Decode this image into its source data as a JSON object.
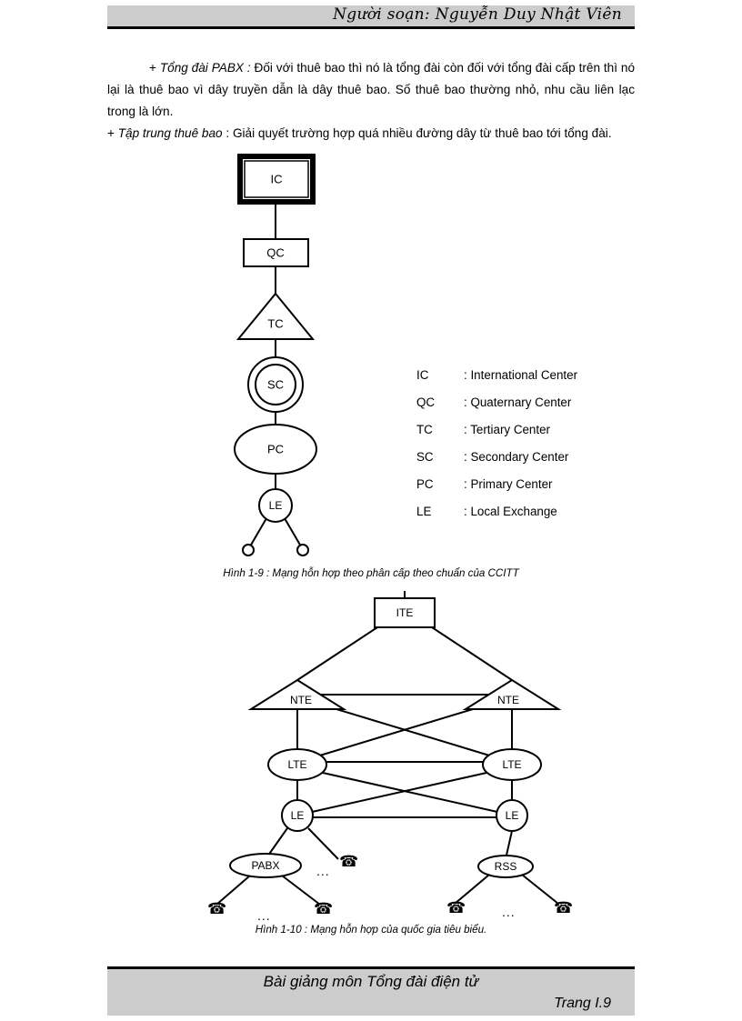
{
  "header": {
    "author_line": "Người soạn: Nguyễn Duy Nhật Viên"
  },
  "body": {
    "para1_bullet": "+ ",
    "para1_term": "Tổng đài PABX :",
    "para1_rest": " Đối với thuê bao thì nó là tổng đài còn đối với tổng đài cấp trên thì nó lại là thuê bao vì dây truyền dẫn là dây thuê bao. Số thuê bao thường nhỏ, nhu cầu liên lạc trong là lớn.",
    "para2_bullet": "+ ",
    "para2_term": "Tập trung thuê bao",
    "para2_rest": " : Giải quyết trường hợp quá nhiều đường dây từ thuê bao tới tổng đài."
  },
  "figure1": {
    "caption": "Hình 1-9 : Mạng hỗn hợp theo phân cấp theo chuẩn của CCITT",
    "nodes": {
      "ic": "IC",
      "qc": "QC",
      "tc": "TC",
      "sc": "SC",
      "pc": "PC",
      "le": "LE"
    },
    "legend": [
      {
        "abbr": "IC",
        "desc": ": International Center"
      },
      {
        "abbr": "QC",
        "desc": ": Quaternary Center"
      },
      {
        "abbr": "TC",
        "desc": ": Tertiary Center"
      },
      {
        "abbr": "SC",
        "desc": ": Secondary Center"
      },
      {
        "abbr": "PC",
        "desc": ": Primary Center"
      },
      {
        "abbr": "LE",
        "desc": ": Local Exchange"
      }
    ]
  },
  "figure2": {
    "caption": "Hình 1-10 : Mạng hỗn hợp của quốc gia tiêu biểu.",
    "nodes": {
      "ite": "ITE",
      "nte_left": "NTE",
      "nte_right": "NTE",
      "lte_left": "LTE",
      "lte_right": "LTE",
      "le_left": "LE",
      "le_right": "LE",
      "pabx": "PABX",
      "rss": "RSS"
    },
    "ellipsis": "...",
    "phone_icon": "☎"
  },
  "footer": {
    "title": "Bài giảng môn Tổng đài điện tử",
    "page": "Trang  I.9"
  },
  "colors": {
    "band": "#cccccc",
    "rule": "#000000",
    "ink": "#000000",
    "paper": "#ffffff"
  }
}
